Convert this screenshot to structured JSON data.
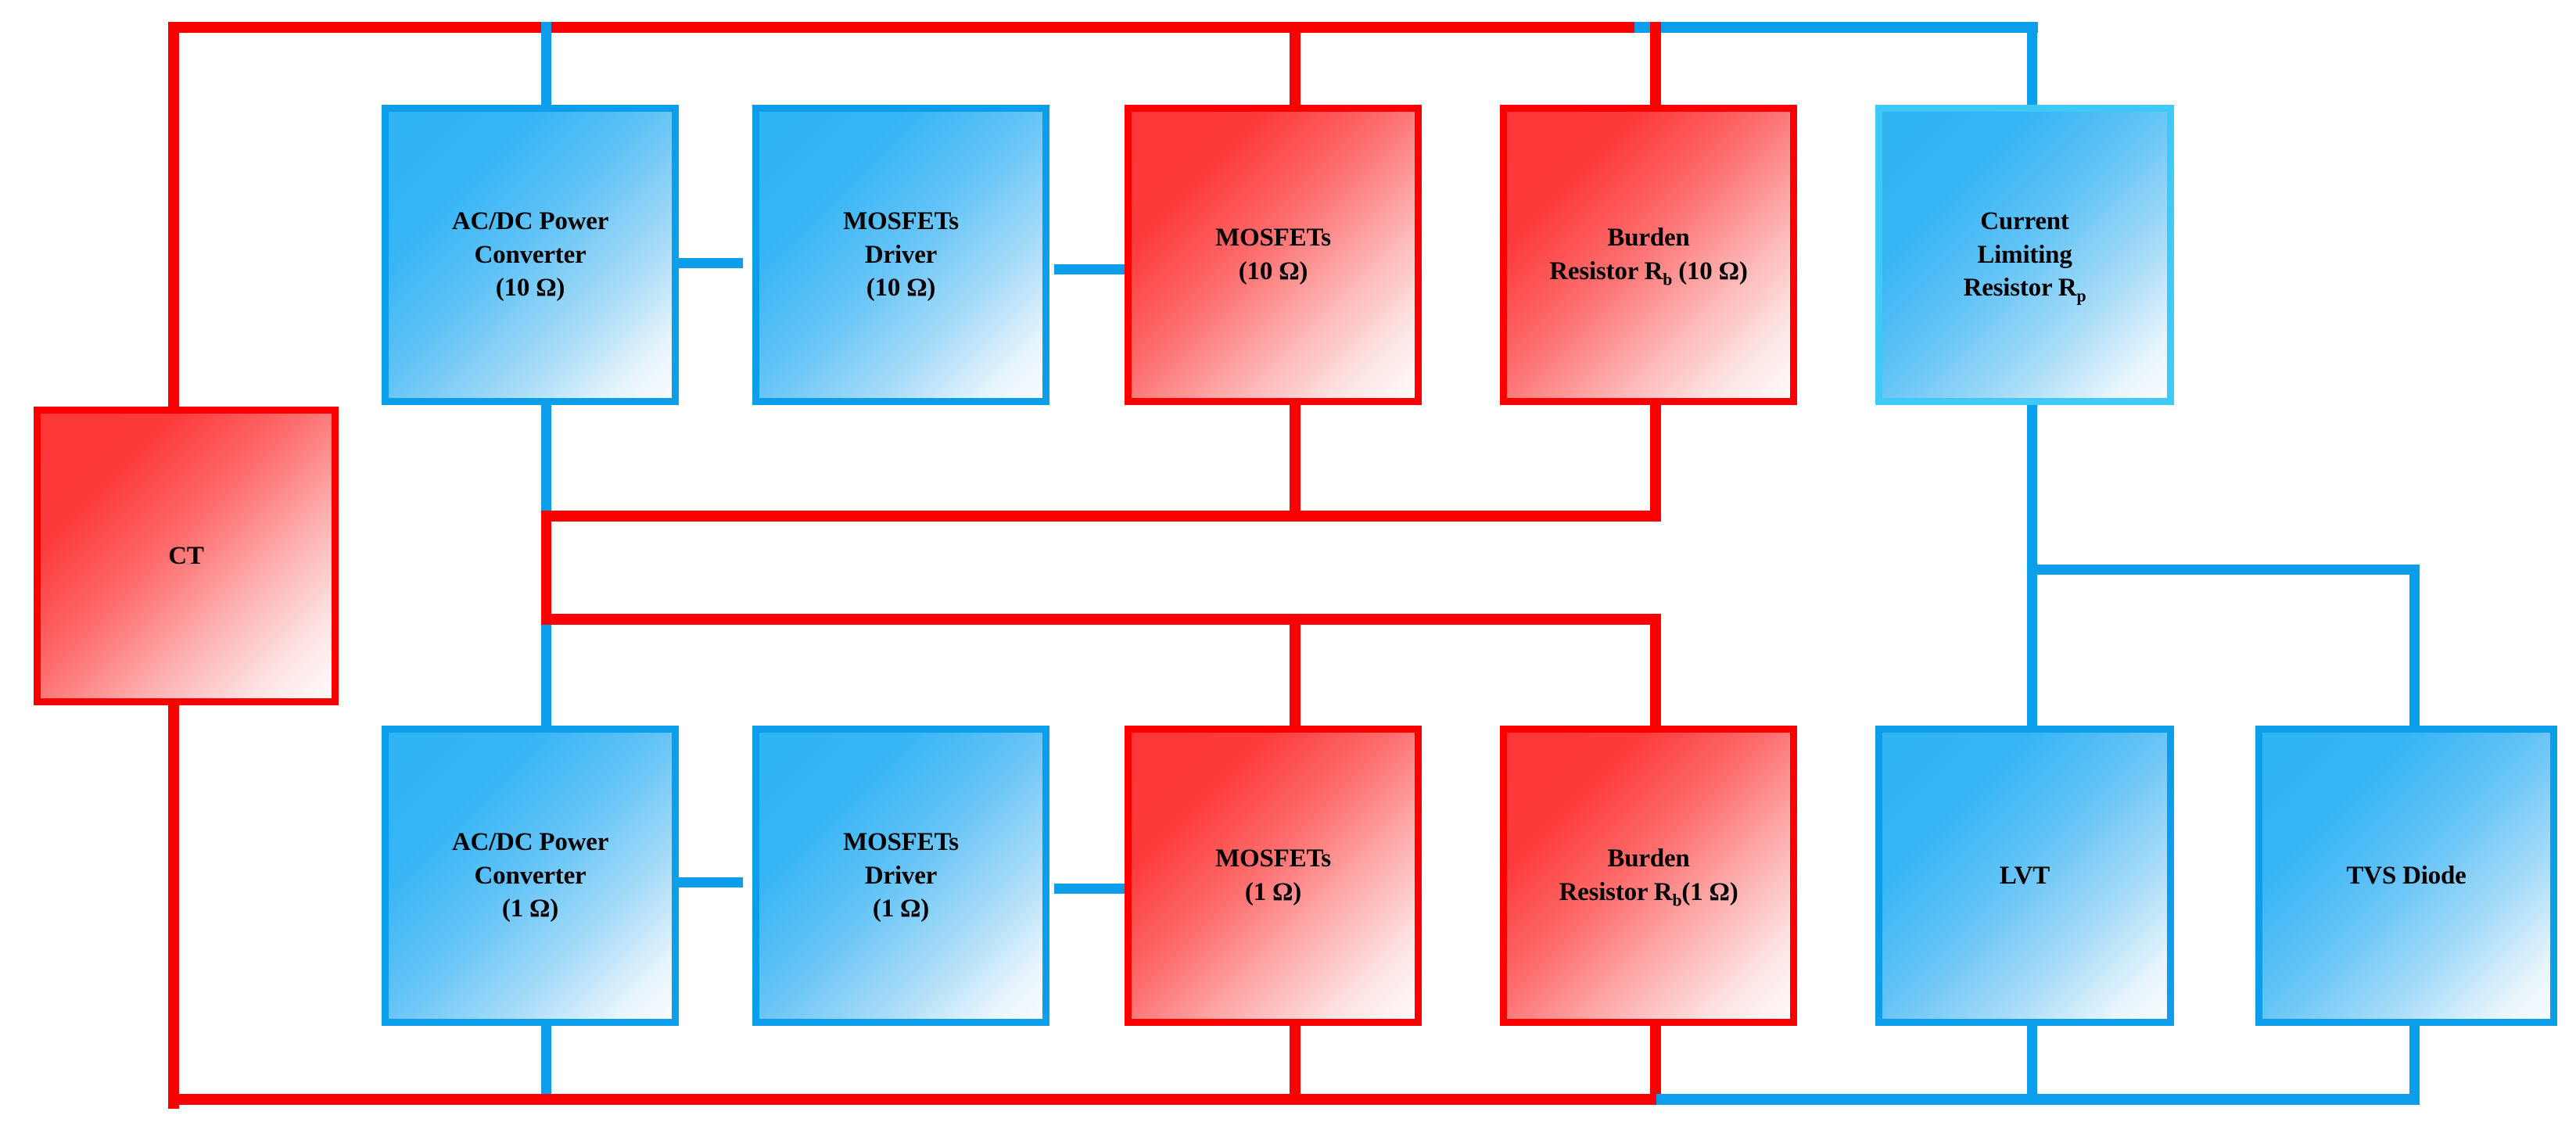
{
  "diagram": {
    "title": "CT measurement circuit block diagram",
    "colors": {
      "red": "#fb0000",
      "blue": "#0d9eeb",
      "blue_light": "#3ec9f7",
      "background": "#ffffff",
      "text": "#000000"
    },
    "nodes": [
      {
        "id": "ct",
        "label": "CT",
        "type": "red",
        "lines": [
          "CT"
        ]
      },
      {
        "id": "acdc-10",
        "label": "AC/DC Power Converter (10 Ω)",
        "type": "blue",
        "lines": [
          "AC/DC Power",
          "Converter",
          "(10 Ω)"
        ]
      },
      {
        "id": "driver-10",
        "label": "MOSFETs Driver (10 Ω)",
        "type": "blue",
        "lines": [
          "MOSFETs",
          "Driver",
          "(10 Ω)"
        ]
      },
      {
        "id": "mosfets-10",
        "label": "MOSFETs (10 Ω)",
        "type": "red",
        "lines": [
          "MOSFETs",
          "(10 Ω)"
        ]
      },
      {
        "id": "burden-10",
        "label": "Burden Resistor Rb (10 Ω)",
        "type": "red",
        "lines": [
          "Burden",
          "Resistor Rb (10 Ω)"
        ]
      },
      {
        "id": "rp",
        "label": "Current Limiting Resistor Rp",
        "type": "blue-light",
        "lines": [
          "Current",
          "Limiting",
          "Resistor Rp"
        ]
      },
      {
        "id": "acdc-1",
        "label": "AC/DC Power Converter (1 Ω)",
        "type": "blue",
        "lines": [
          "AC/DC Power",
          "Converter",
          "(1 Ω)"
        ]
      },
      {
        "id": "driver-1",
        "label": "MOSFETs Driver (1 Ω)",
        "type": "blue",
        "lines": [
          "MOSFETs",
          "Driver",
          "(1 Ω)"
        ]
      },
      {
        "id": "mosfets-1",
        "label": "MOSFETs (1 Ω)",
        "type": "red",
        "lines": [
          "MOSFETs",
          "(1 Ω)"
        ]
      },
      {
        "id": "burden-1",
        "label": "Burden Resistor Rb(1 Ω)",
        "type": "red",
        "lines": [
          "Burden",
          "Resistor Rb(1 Ω)"
        ]
      },
      {
        "id": "lvt",
        "label": "LVT",
        "type": "blue",
        "lines": [
          "LVT"
        ]
      },
      {
        "id": "tvs",
        "label": "TVS Diode",
        "type": "blue",
        "lines": [
          "TVS Diode"
        ]
      }
    ],
    "labels": {
      "ct": "CT",
      "acdc_power": "AC/DC Power",
      "converter": "Converter",
      "ohm_10_paren": "(10 Ω)",
      "ohm_1_paren": "(1 Ω)",
      "mosfets": "MOSFETs",
      "driver": "Driver",
      "burden": "Burden",
      "resistor_rb_10": "Resistor R",
      "rb_sub": "b",
      "rb_tail_10": " (10 Ω)",
      "rb_tail_1": "(1 Ω)",
      "current": "Current",
      "limiting": "Limiting",
      "resistor_rp": "Resistor R",
      "rp_sub": "p",
      "lvt": "LVT",
      "tvs_diode": "TVS Diode"
    }
  }
}
